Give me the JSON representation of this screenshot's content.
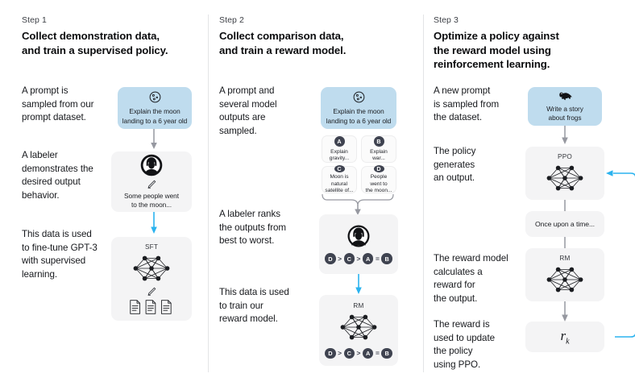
{
  "columns": [
    {
      "step_label": "Step 1",
      "title_line1": "Collect demonstration data,",
      "title_line2": "and train a supervised policy.",
      "paragraphs": [
        "A prompt is\nsampled from our\nprompt dataset.",
        "A labeler\ndemonstrates the\ndesired output\nbehavior.",
        "This data is used\nto fine-tune GPT-3\nwith supervised\nlearning."
      ],
      "prompt_card": {
        "icon": "moon-icon",
        "text": "Explain the moon\nlanding to a 6 year old"
      },
      "labeler_card": {
        "icon": "labeler-avatar-icon",
        "pencil": "pencil-icon",
        "text": "Some people went\nto the moon..."
      },
      "sft_card": {
        "title": "SFT",
        "icon": "neural-network-icon",
        "pencil": "pencil-icon",
        "docs": "documents-icon"
      }
    },
    {
      "step_label": "Step 2",
      "title_line1": "Collect comparison data,",
      "title_line2": "and train a reward model.",
      "paragraphs": [
        "A prompt and\nseveral model\noutputs are\nsampled.",
        "A labeler ranks\nthe outputs from\nbest to worst.",
        "This data is used\nto train our\nreward model."
      ],
      "prompt_card": {
        "icon": "moon-icon",
        "text": "Explain the moon\nlanding to a 6 year old"
      },
      "options": [
        {
          "badge": "A",
          "text": "Explain gravity..."
        },
        {
          "badge": "B",
          "text": "Explain war..."
        },
        {
          "badge": "C",
          "text": "Moon is natural\nsatellite of..."
        },
        {
          "badge": "D",
          "text": "People went to\nthe moon..."
        }
      ],
      "ranking_card": {
        "icon": "labeler-avatar-icon",
        "ranking": [
          "D",
          ">",
          "C",
          ">",
          "A",
          "=",
          "B"
        ]
      },
      "rm_card": {
        "title": "RM",
        "icon": "neural-network-icon",
        "ranking": [
          "D",
          ">",
          "C",
          ">",
          "A",
          "=",
          "B"
        ]
      }
    },
    {
      "step_label": "Step 3",
      "title_line1": "Optimize a policy against",
      "title_line2": "the reward model using",
      "title_line3": "reinforcement learning.",
      "paragraphs": [
        "A new prompt\nis sampled from\nthe dataset.",
        "The policy\ngenerates\nan output.",
        "The reward model\ncalculates a\nreward for\nthe output.",
        "The reward is\nused to update\nthe policy\nusing PPO."
      ],
      "prompt_card": {
        "icon": "frog-icon",
        "text": "Write a story\nabout frogs"
      },
      "ppo_card": {
        "title": "PPO",
        "icon": "neural-network-icon"
      },
      "output_card": {
        "text": "Once upon a time..."
      },
      "rm_card": {
        "title": "RM",
        "icon": "neural-network-icon"
      },
      "reward_card": {
        "symbol": "r",
        "subscript": "k"
      }
    }
  ],
  "colors": {
    "prompt_card_bg": "#bfdcee",
    "grey_card_bg": "#f4f4f5",
    "arrow_grey": "#9698a0",
    "arrow_blue": "#2bb3ef",
    "badge_bg": "#3f4350",
    "divider": "#e3e4e6"
  }
}
